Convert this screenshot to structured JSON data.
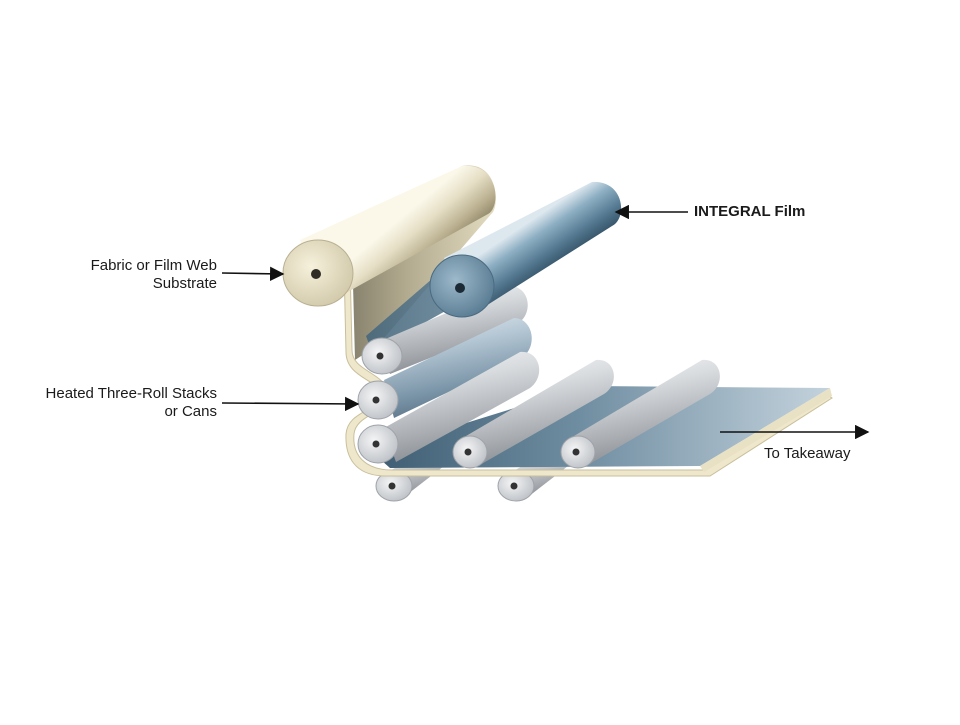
{
  "labels": {
    "substrate": {
      "line1": "Fabric or Film Web",
      "line2": "Substrate"
    },
    "heated": {
      "line1": "Heated Three-Roll Stacks",
      "line2": "or Cans"
    },
    "film": {
      "text": "INTEGRAL Film"
    },
    "takeaway": {
      "text": "To Takeaway"
    }
  },
  "colors": {
    "substrate_roll": "#d8d2b8",
    "film_roll": "#5f8299",
    "steel_roll": "#c8cbcf",
    "web_sheet": "#7d97a8",
    "laminate_backing": "#ece6cc",
    "arrow": "#111111"
  }
}
